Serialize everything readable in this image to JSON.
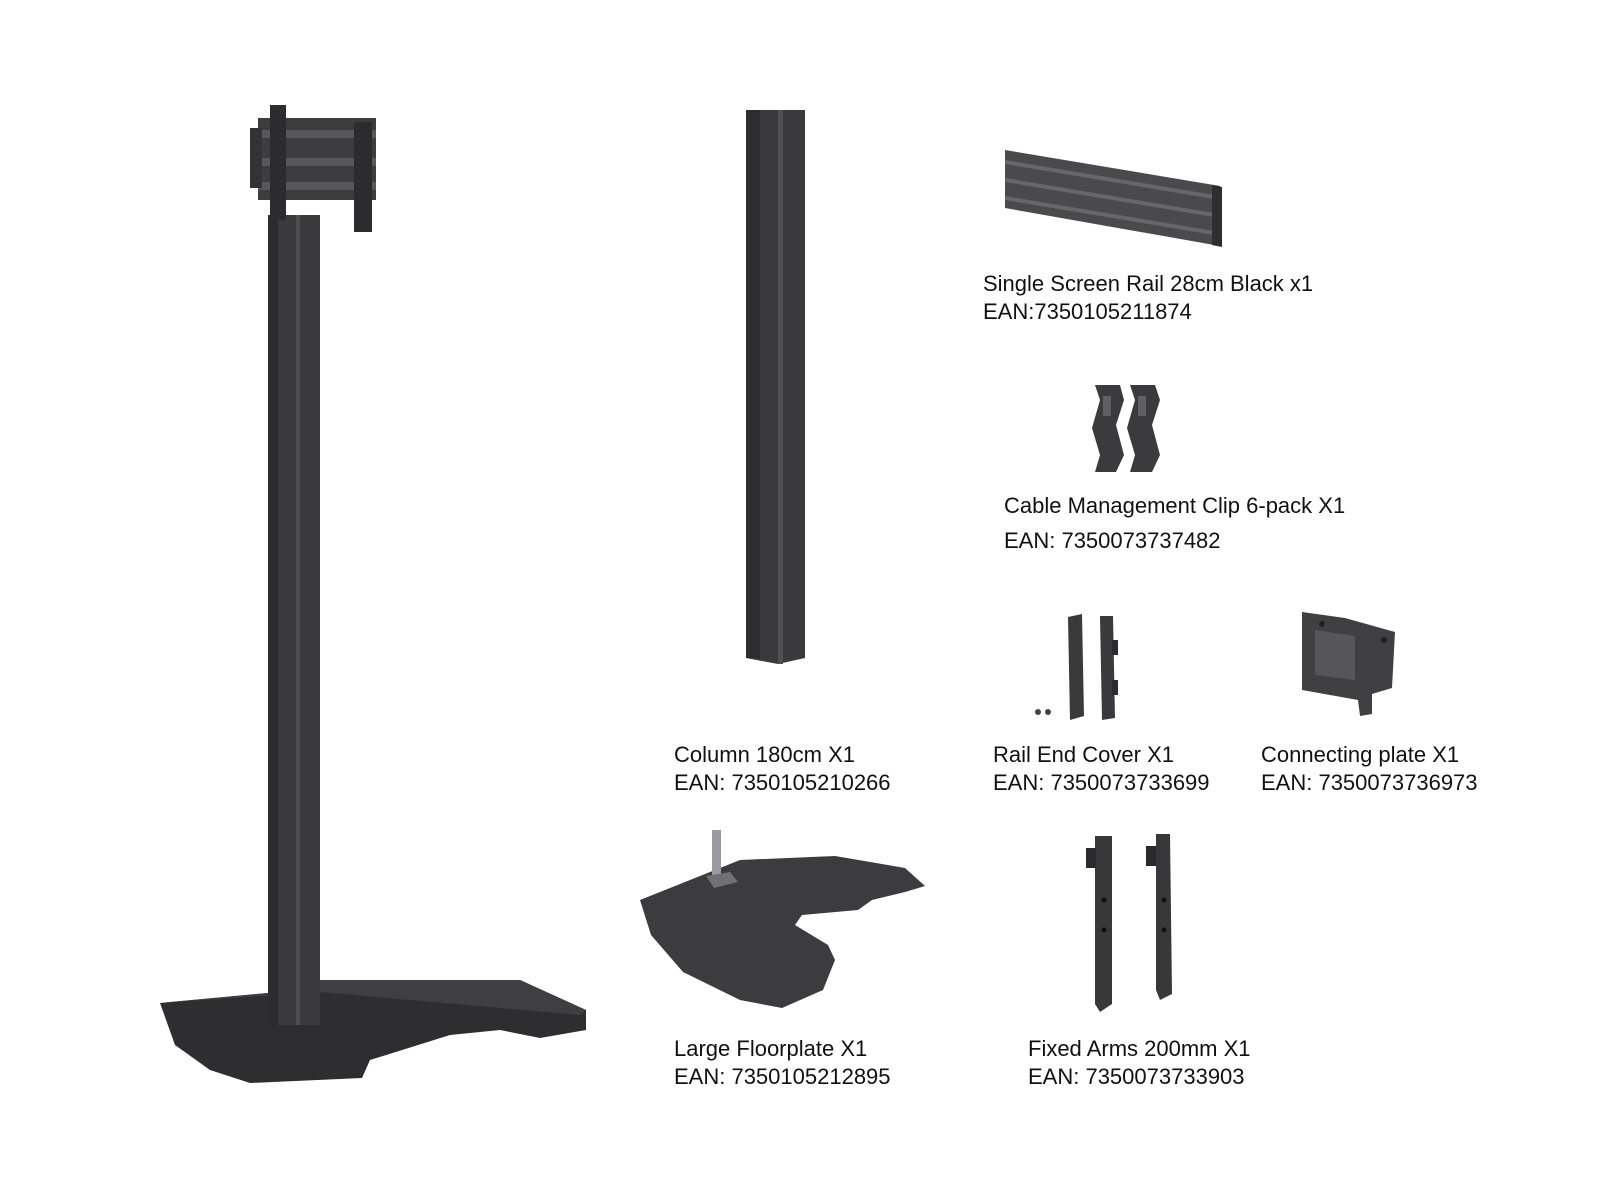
{
  "parts": [
    {
      "id": "rail",
      "name": "Single Screen Rail 28cm Black x1",
      "ean": "EAN:7350105211874"
    },
    {
      "id": "clip",
      "name": "Cable Management Clip 6-pack X1",
      "ean": "EAN: 7350073737482"
    },
    {
      "id": "column",
      "name": "Column 180cm X1",
      "ean": "EAN: 7350105210266"
    },
    {
      "id": "endcover",
      "name": "Rail End Cover X1",
      "ean": "EAN: 7350073733699"
    },
    {
      "id": "plate",
      "name": "Connecting plate X1",
      "ean": "EAN: 7350073736973"
    },
    {
      "id": "floorplate",
      "name": "Large Floorplate X1",
      "ean": "EAN: 7350105212895"
    },
    {
      "id": "arms",
      "name": "Fixed Arms 200mm X1",
      "ean": "EAN: 7350073733903"
    }
  ],
  "colors": {
    "metal_dark": "#3a3a3c",
    "metal_mid": "#4d4d50",
    "metal_light": "#6a6a6d",
    "text": "#111111"
  }
}
